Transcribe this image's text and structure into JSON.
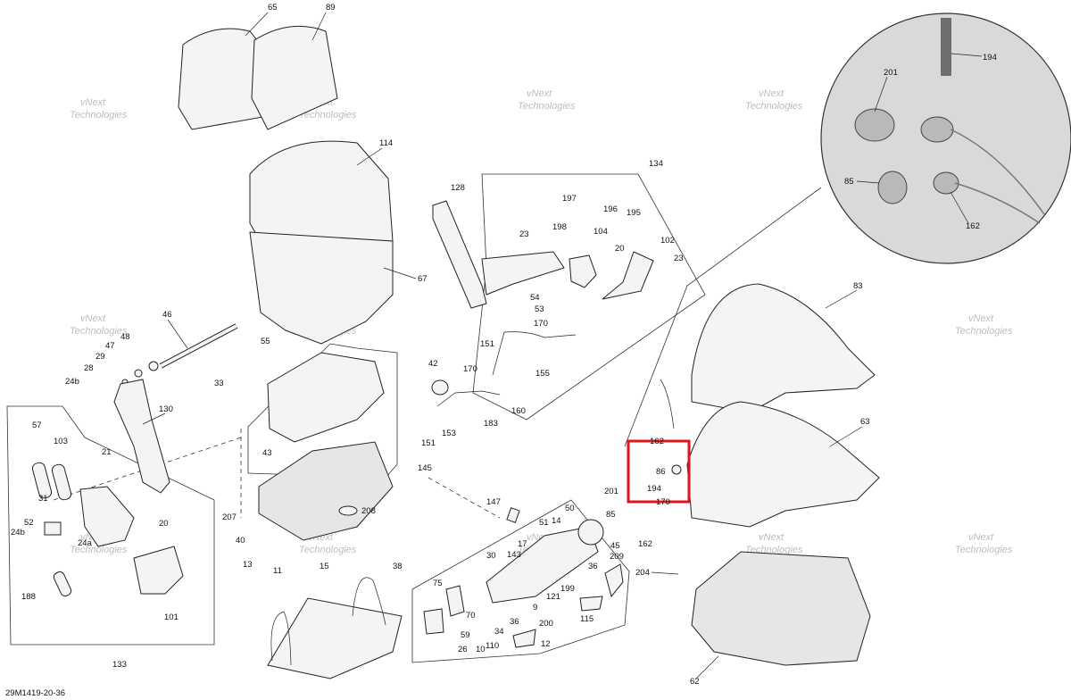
{
  "diagram_code": "29M1419-20-36",
  "highlight_color": "#e0161b",
  "watermark_lines": [
    "vNext",
    "Technologies"
  ],
  "parts": [
    {
      "id": "p65",
      "label": "65"
    },
    {
      "id": "p89",
      "label": "89"
    },
    {
      "id": "p114",
      "label": "114"
    },
    {
      "id": "p67",
      "label": "67"
    },
    {
      "id": "p46",
      "label": "46"
    },
    {
      "id": "p48",
      "label": "48"
    },
    {
      "id": "p47",
      "label": "47"
    },
    {
      "id": "p29",
      "label": "29"
    },
    {
      "id": "p28",
      "label": "28"
    },
    {
      "id": "p24b",
      "label": "24b"
    },
    {
      "id": "p130",
      "label": "130"
    },
    {
      "id": "p57",
      "label": "57"
    },
    {
      "id": "p103",
      "label": "103"
    },
    {
      "id": "p21",
      "label": "21"
    },
    {
      "id": "p31",
      "label": "31"
    },
    {
      "id": "p52",
      "label": "52"
    },
    {
      "id": "p24b2",
      "label": "24b"
    },
    {
      "id": "p24a",
      "label": "24a"
    },
    {
      "id": "p20a",
      "label": "20"
    },
    {
      "id": "p188",
      "label": "188"
    },
    {
      "id": "p101",
      "label": "101"
    },
    {
      "id": "p133",
      "label": "133"
    },
    {
      "id": "p55",
      "label": "55"
    },
    {
      "id": "p33",
      "label": "33"
    },
    {
      "id": "p43",
      "label": "43"
    },
    {
      "id": "p207",
      "label": "207"
    },
    {
      "id": "p40",
      "label": "40"
    },
    {
      "id": "p208",
      "label": "208"
    },
    {
      "id": "p13",
      "label": "13"
    },
    {
      "id": "p11",
      "label": "11"
    },
    {
      "id": "p15",
      "label": "15"
    },
    {
      "id": "p38",
      "label": "38"
    },
    {
      "id": "p145",
      "label": "145"
    },
    {
      "id": "p128",
      "label": "128"
    },
    {
      "id": "p134",
      "label": "134"
    },
    {
      "id": "p197",
      "label": "197"
    },
    {
      "id": "p196",
      "label": "196"
    },
    {
      "id": "p195",
      "label": "195"
    },
    {
      "id": "p198",
      "label": "198"
    },
    {
      "id": "p104",
      "label": "104"
    },
    {
      "id": "p23a",
      "label": "23"
    },
    {
      "id": "p20b",
      "label": "20"
    },
    {
      "id": "p102",
      "label": "102"
    },
    {
      "id": "p23b",
      "label": "23"
    },
    {
      "id": "p54",
      "label": "54"
    },
    {
      "id": "p53",
      "label": "53"
    },
    {
      "id": "p170a",
      "label": "170"
    },
    {
      "id": "p151a",
      "label": "151"
    },
    {
      "id": "p155",
      "label": "155"
    },
    {
      "id": "p42",
      "label": "42"
    },
    {
      "id": "p170b",
      "label": "170"
    },
    {
      "id": "p160",
      "label": "160"
    },
    {
      "id": "p183",
      "label": "183"
    },
    {
      "id": "p153",
      "label": "153"
    },
    {
      "id": "p151b",
      "label": "151"
    },
    {
      "id": "p83",
      "label": "83"
    },
    {
      "id": "p63",
      "label": "63"
    },
    {
      "id": "p162a",
      "label": "162"
    },
    {
      "id": "p86",
      "label": "86"
    },
    {
      "id": "p194a",
      "label": "194"
    },
    {
      "id": "p201a",
      "label": "201"
    },
    {
      "id": "p85a",
      "label": "85"
    },
    {
      "id": "p170c",
      "label": "170"
    },
    {
      "id": "p162b",
      "label": "162"
    },
    {
      "id": "p147",
      "label": "147"
    },
    {
      "id": "p50",
      "label": "50"
    },
    {
      "id": "p51",
      "label": "51"
    },
    {
      "id": "p14",
      "label": "14"
    },
    {
      "id": "p17",
      "label": "17"
    },
    {
      "id": "p45",
      "label": "45"
    },
    {
      "id": "p30",
      "label": "30"
    },
    {
      "id": "p143",
      "label": "143"
    },
    {
      "id": "p36a",
      "label": "36"
    },
    {
      "id": "p209",
      "label": "209"
    },
    {
      "id": "p75",
      "label": "75"
    },
    {
      "id": "p199",
      "label": "199"
    },
    {
      "id": "p121",
      "label": "121"
    },
    {
      "id": "p9",
      "label": "9"
    },
    {
      "id": "p70",
      "label": "70"
    },
    {
      "id": "p36b",
      "label": "36"
    },
    {
      "id": "p115",
      "label": "115"
    },
    {
      "id": "p59",
      "label": "59"
    },
    {
      "id": "p34",
      "label": "34"
    },
    {
      "id": "p200",
      "label": "200"
    },
    {
      "id": "p110",
      "label": "110"
    },
    {
      "id": "p12",
      "label": "12"
    },
    {
      "id": "p26",
      "label": "26"
    },
    {
      "id": "p10",
      "label": "10"
    },
    {
      "id": "p204",
      "label": "204"
    },
    {
      "id": "p62",
      "label": "62"
    },
    {
      "id": "p194b",
      "label": "194"
    },
    {
      "id": "p201b",
      "label": "201"
    },
    {
      "id": "p85b",
      "label": "85"
    },
    {
      "id": "p162c",
      "label": "162"
    }
  ]
}
